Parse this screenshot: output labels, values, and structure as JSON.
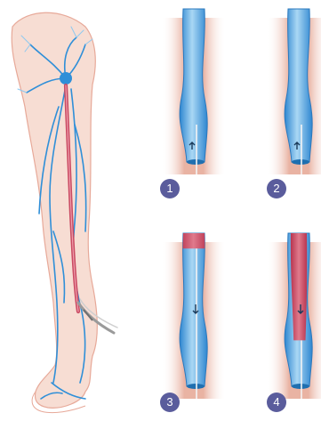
{
  "figure": {
    "colors": {
      "skin": "#f6d9cf",
      "skin_outline": "#e7a999",
      "vein": "#2f8fd8",
      "vein_light": "#8ec8f0",
      "ablated_vein": "#c94a62",
      "tissue": "#e8b0a0",
      "catheter": "#f2f2f2",
      "badge": "#5a5c9c"
    },
    "leg": {
      "icons": [
        "leg-outline",
        "venous-network",
        "saphenous-vein",
        "catheter-insertion-device"
      ]
    },
    "steps": [
      {
        "label": "1",
        "ablated_fraction": 0.0,
        "catheter_direction": "up"
      },
      {
        "label": "2",
        "ablated_fraction": 0.0,
        "catheter_direction": "up"
      },
      {
        "label": "3",
        "ablated_fraction": 0.1,
        "catheter_direction": "down"
      },
      {
        "label": "4",
        "ablated_fraction": 0.7,
        "catheter_direction": "down"
      }
    ]
  }
}
